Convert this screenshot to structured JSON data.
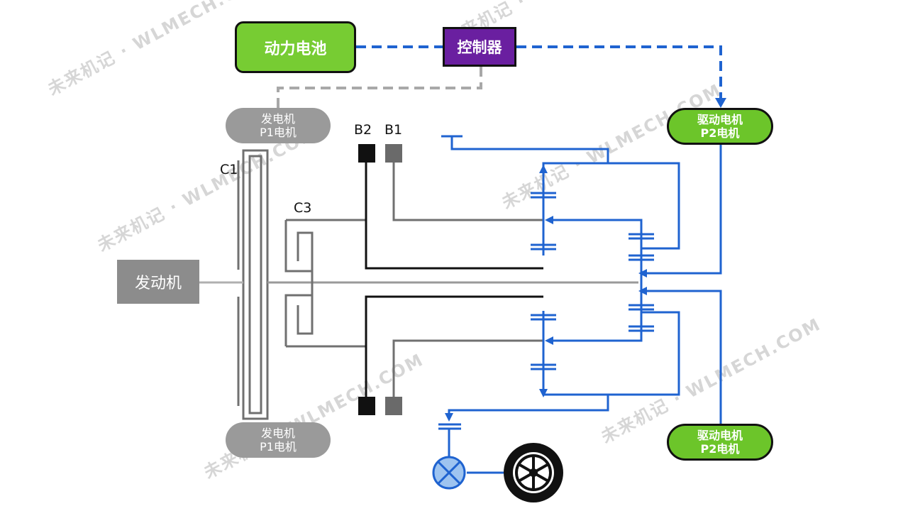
{
  "components": {
    "battery": "动力电池",
    "controller": "控制器",
    "engine": "发动机",
    "generator_top": {
      "line1": "发电机",
      "line2": "P1电机"
    },
    "generator_bottom": {
      "line1": "发电机",
      "line2": "P1电机"
    },
    "motor_top": {
      "line1": "驱动电机",
      "line2": "P2电机"
    },
    "motor_bottom": {
      "line1": "驱动电机",
      "line2": "P2电机"
    }
  },
  "labels": {
    "c1": "C1",
    "c3": "C3",
    "b1": "B1",
    "b2": "B2"
  },
  "watermark": {
    "text_cn": "未来机记",
    "text_en": "WLMECH.COM"
  },
  "colors": {
    "battery": "#77cc33",
    "controller": "#6a1fa0",
    "motor": "#6cc52a",
    "engine": "#8c8c8c",
    "blue_line": "#1f63d0",
    "gray_line": "#707070",
    "black_line": "#111111"
  }
}
